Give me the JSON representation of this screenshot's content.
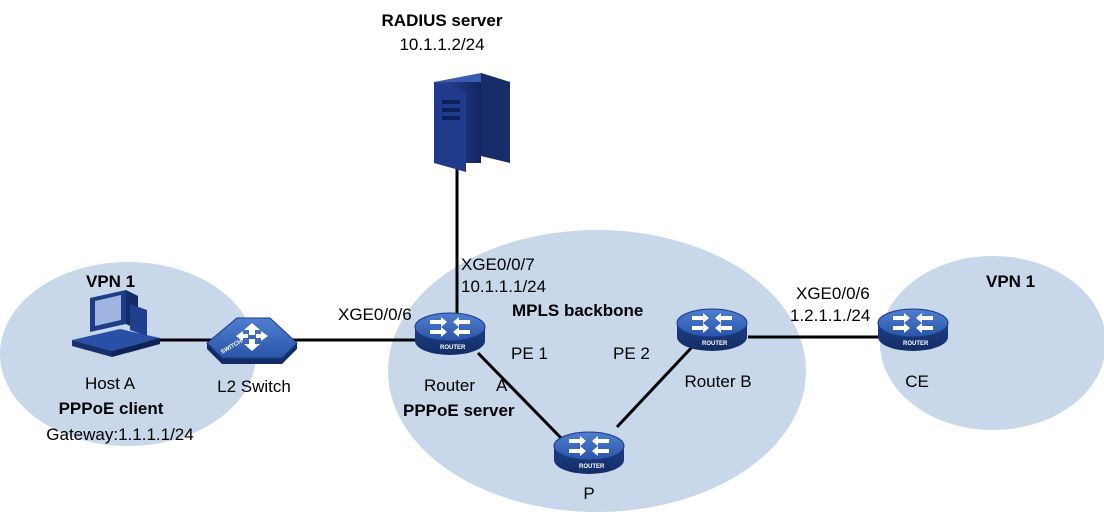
{
  "radius": {
    "title": "RADIUS server",
    "ip": "10.1.1.2/24"
  },
  "vpn_left": {
    "label": "VPN 1"
  },
  "vpn_right": {
    "label": "VPN 1"
  },
  "host": {
    "name": "Host A",
    "role": "PPPoE client",
    "gateway": "Gateway:1.1.1.1/24"
  },
  "switch": {
    "name": "L2 Switch",
    "badge": "SWITCH"
  },
  "router_a": {
    "iface_left": "XGE0/0/6",
    "iface_up": "XGE0/0/7",
    "iface_up_ip": "10.1.1.1/24",
    "name_part1": "Router",
    "name_part2": "A",
    "pe": "PE 1",
    "role": "PPPoE server"
  },
  "backbone": {
    "label": "MPLS backbone"
  },
  "router_b": {
    "name": "Router B",
    "pe": "PE 2"
  },
  "p": {
    "name": "P"
  },
  "ce": {
    "name": "CE",
    "iface": "XGE0/0/6",
    "ip": "1.2.1.1./24"
  },
  "router_badge": "ROUTER",
  "colors": {
    "cloud": "#c8d7ea",
    "router": "#1e4a9a",
    "server": "#1b2f7a"
  }
}
